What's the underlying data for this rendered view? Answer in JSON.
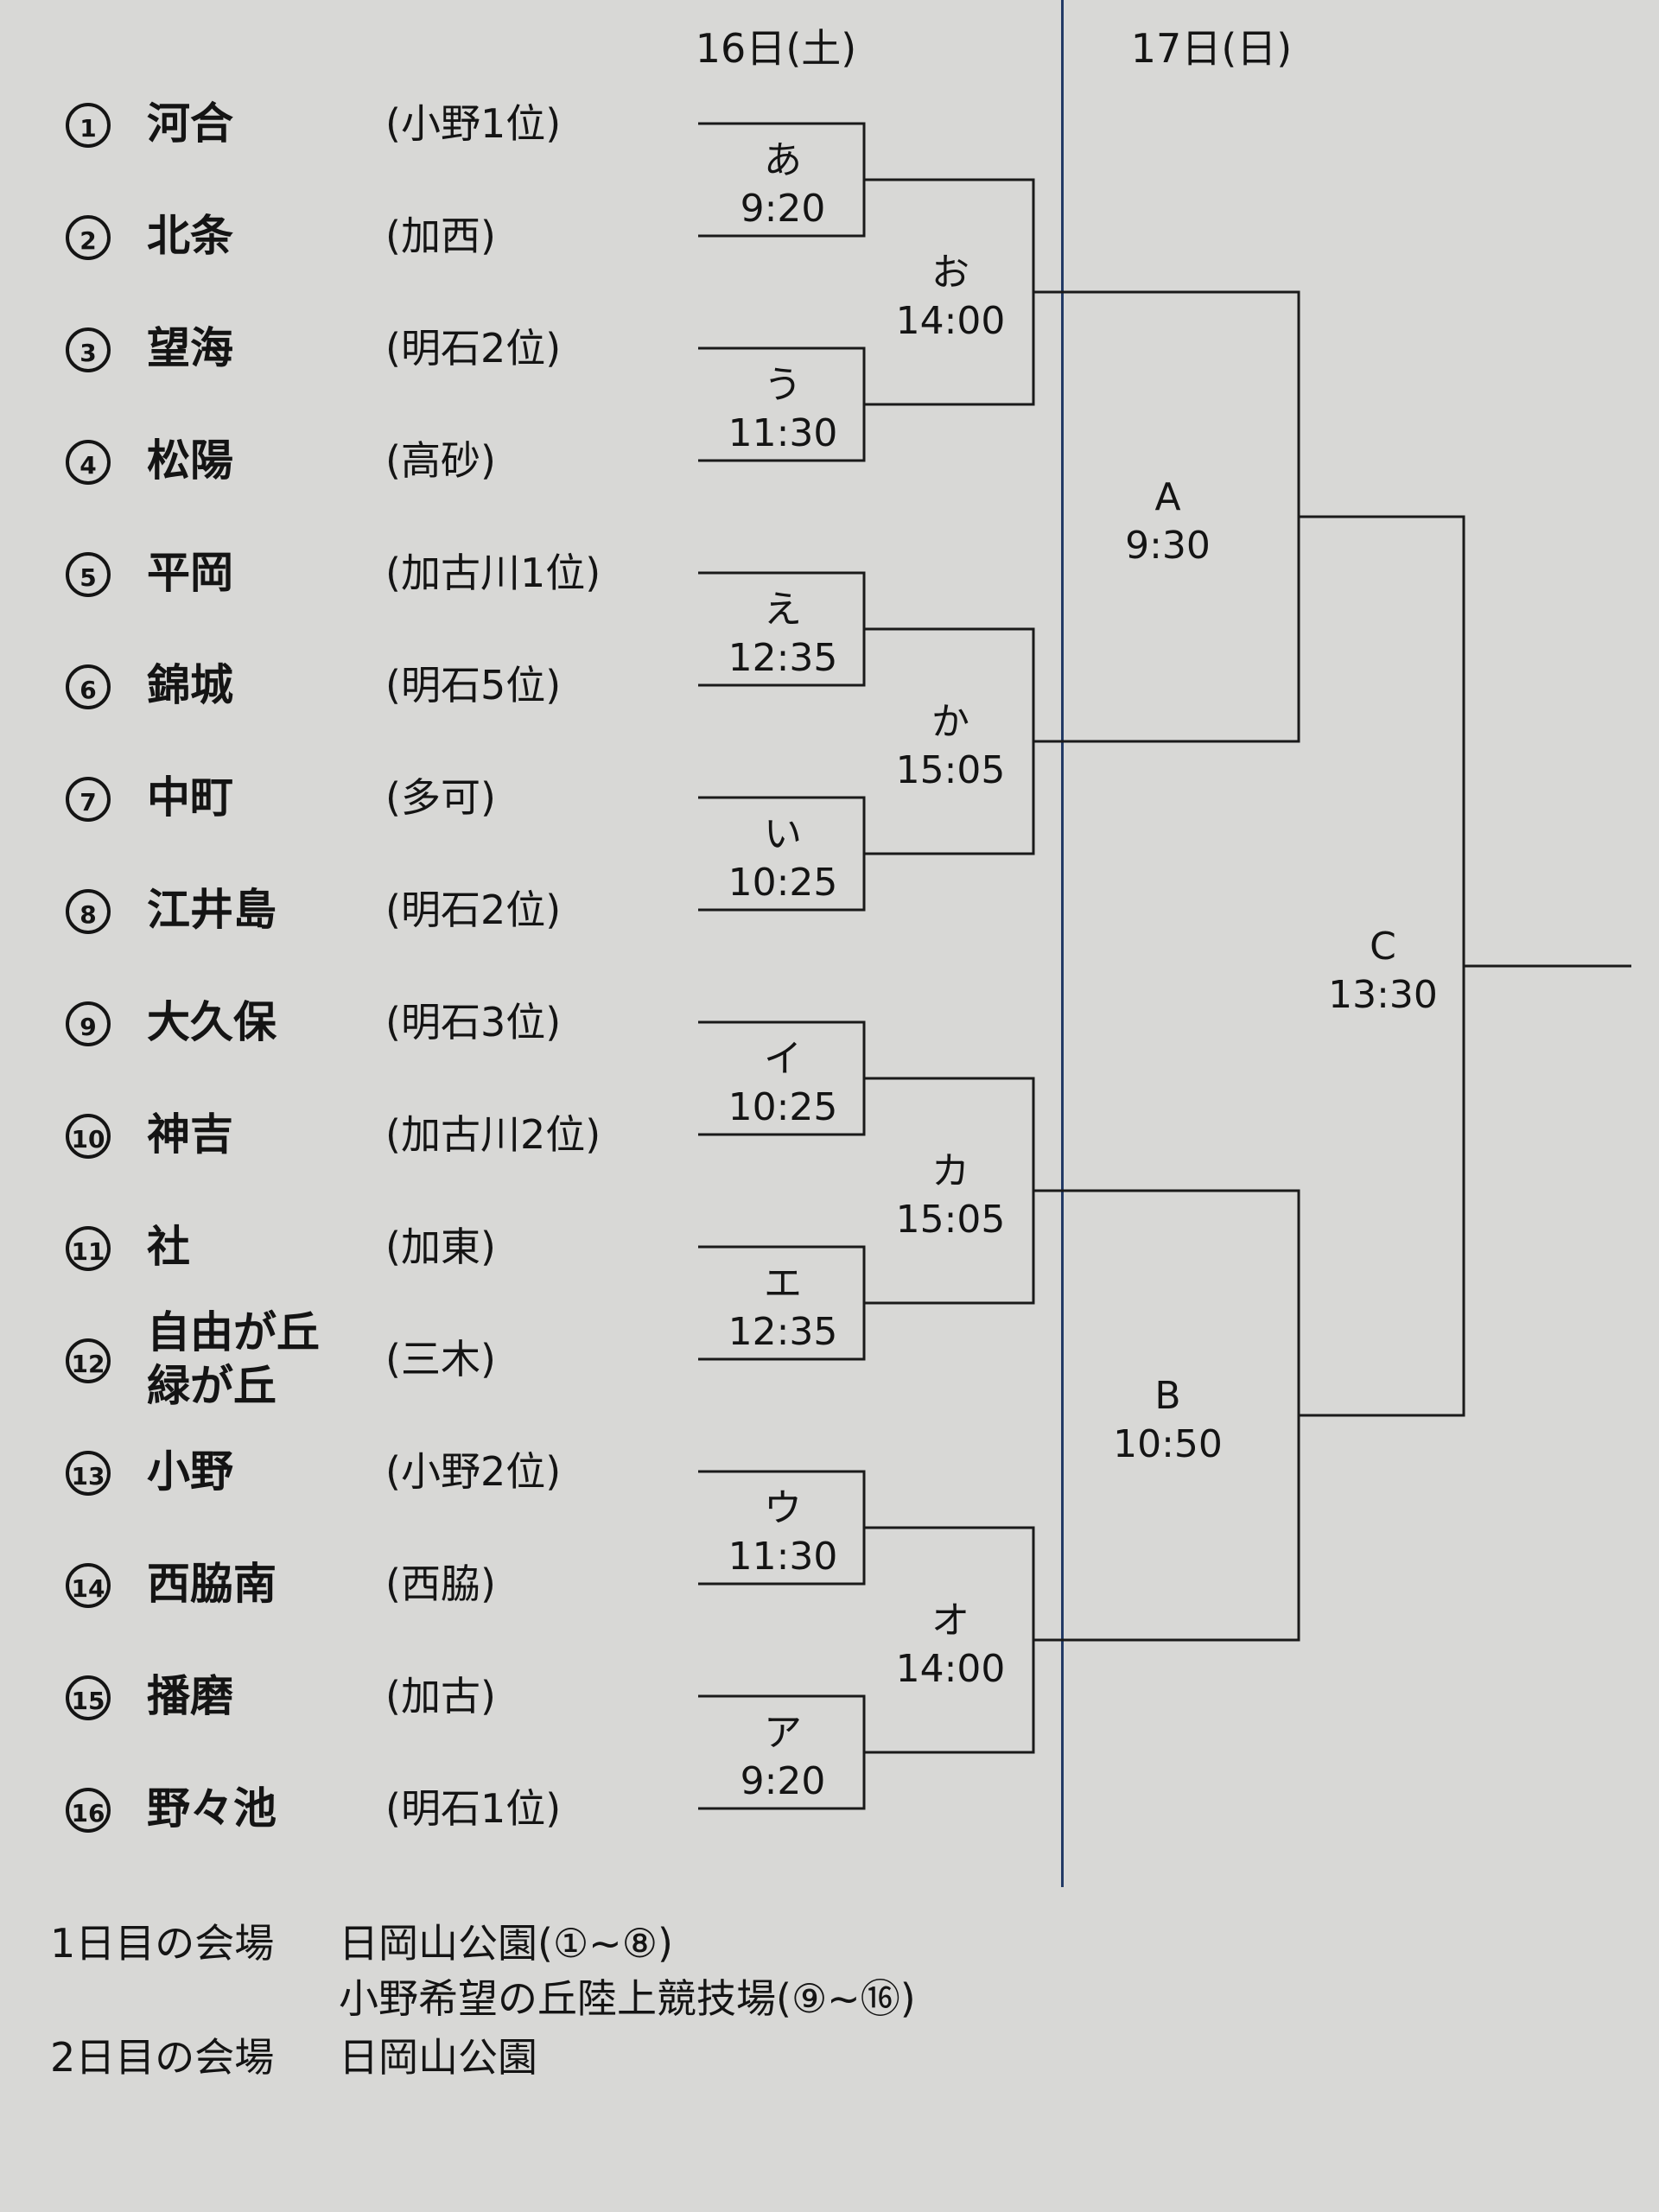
{
  "days": [
    "16日(土)",
    "17日(日)"
  ],
  "teams": [
    {
      "num": "1",
      "name": [
        "河合"
      ],
      "district": "(小野1位)"
    },
    {
      "num": "2",
      "name": [
        "北条"
      ],
      "district": "(加西)"
    },
    {
      "num": "3",
      "name": [
        "望海"
      ],
      "district": "(明石2位)"
    },
    {
      "num": "4",
      "name": [
        "松陽"
      ],
      "district": "(高砂)"
    },
    {
      "num": "5",
      "name": [
        "平岡"
      ],
      "district": "(加古川1位)"
    },
    {
      "num": "6",
      "name": [
        "錦城"
      ],
      "district": "(明石5位)"
    },
    {
      "num": "7",
      "name": [
        "中町"
      ],
      "district": "(多可)"
    },
    {
      "num": "8",
      "name": [
        "江井島"
      ],
      "district": "(明石2位)"
    },
    {
      "num": "9",
      "name": [
        "大久保"
      ],
      "district": "(明石3位)"
    },
    {
      "num": "10",
      "name": [
        "神吉"
      ],
      "district": "(加古川2位)"
    },
    {
      "num": "11",
      "name": [
        "社"
      ],
      "district": "(加東)"
    },
    {
      "num": "12",
      "name": [
        "自由が丘",
        "緑が丘"
      ],
      "district": "(三木)"
    },
    {
      "num": "13",
      "name": [
        "小野"
      ],
      "district": "(小野2位)"
    },
    {
      "num": "14",
      "name": [
        "西脇南"
      ],
      "district": "(西脇)"
    },
    {
      "num": "15",
      "name": [
        "播磨"
      ],
      "district": "(加古)"
    },
    {
      "num": "16",
      "name": [
        "野々池"
      ],
      "district": "(明石1位)"
    }
  ],
  "round1": [
    {
      "code": "あ",
      "time": "9:20"
    },
    {
      "code": "う",
      "time": "11:30"
    },
    {
      "code": "え",
      "time": "12:35"
    },
    {
      "code": "い",
      "time": "10:25"
    },
    {
      "code": "イ",
      "time": "10:25"
    },
    {
      "code": "エ",
      "time": "12:35"
    },
    {
      "code": "ウ",
      "time": "11:30"
    },
    {
      "code": "ア",
      "time": "9:20"
    }
  ],
  "round2": [
    {
      "code": "お",
      "time": "14:00"
    },
    {
      "code": "か",
      "time": "15:05"
    },
    {
      "code": "カ",
      "time": "15:05"
    },
    {
      "code": "オ",
      "time": "14:00"
    }
  ],
  "semis": [
    {
      "code": "A",
      "time": "9:30"
    },
    {
      "code": "B",
      "time": "10:50"
    }
  ],
  "final": {
    "code": "C",
    "time": "13:30"
  },
  "venues": {
    "day1_label": "1日目の会場",
    "day1_venue1": "日岡山公園(①~⑧)",
    "day1_venue2": "小野希望の丘陸上競技場(⑨~⑯)",
    "day2_label": "2日目の会場",
    "day2_venue": "日岡山公園"
  }
}
